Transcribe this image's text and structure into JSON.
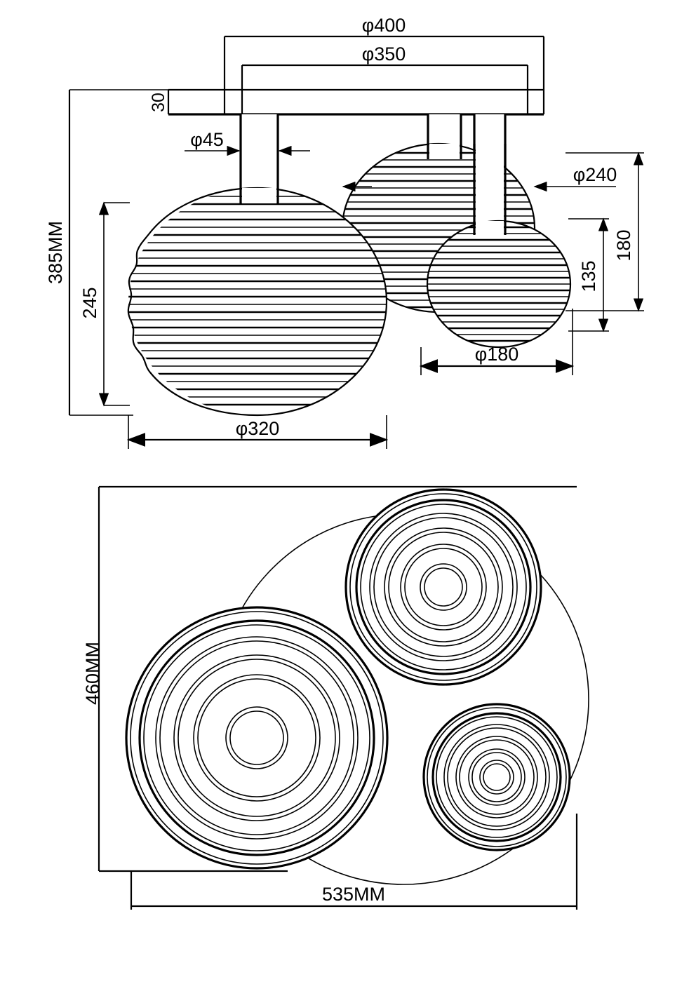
{
  "document": {
    "type": "technical-drawing",
    "subject": "Three-globe ribbed glass ceiling light fixture",
    "units": "MM",
    "views": [
      {
        "id": "elevation",
        "name": "front-elevation-view"
      },
      {
        "id": "plan",
        "name": "bottom-plan-view"
      }
    ]
  },
  "elevation": {
    "dimensions": {
      "canopy_outer": "φ400",
      "canopy_inner": "φ350",
      "canopy_thickness": "30",
      "rod_diameter": "φ45",
      "overall_height": "385MM",
      "large_globe_drop": "245",
      "large_globe_diameter": "φ320",
      "medium_globe_diameter": "φ240",
      "small_globe_diameter": "φ180",
      "medium_globe_drop": "180",
      "small_globe_drop": "135"
    }
  },
  "plan": {
    "dimensions": {
      "depth": "460MM",
      "width": "535MM"
    }
  },
  "values": {
    "phi_400": 400,
    "phi_350": 350,
    "thickness_30": 30,
    "phi_45": 45,
    "height_385": 385,
    "drop_245": 245,
    "phi_320": 320,
    "phi_240": 240,
    "phi_180": 180,
    "drop_180": 180,
    "drop_135": 135,
    "plan_depth_460": 460,
    "plan_width_535": 535
  },
  "colors": {
    "line": "#000000",
    "background": "#ffffff"
  }
}
